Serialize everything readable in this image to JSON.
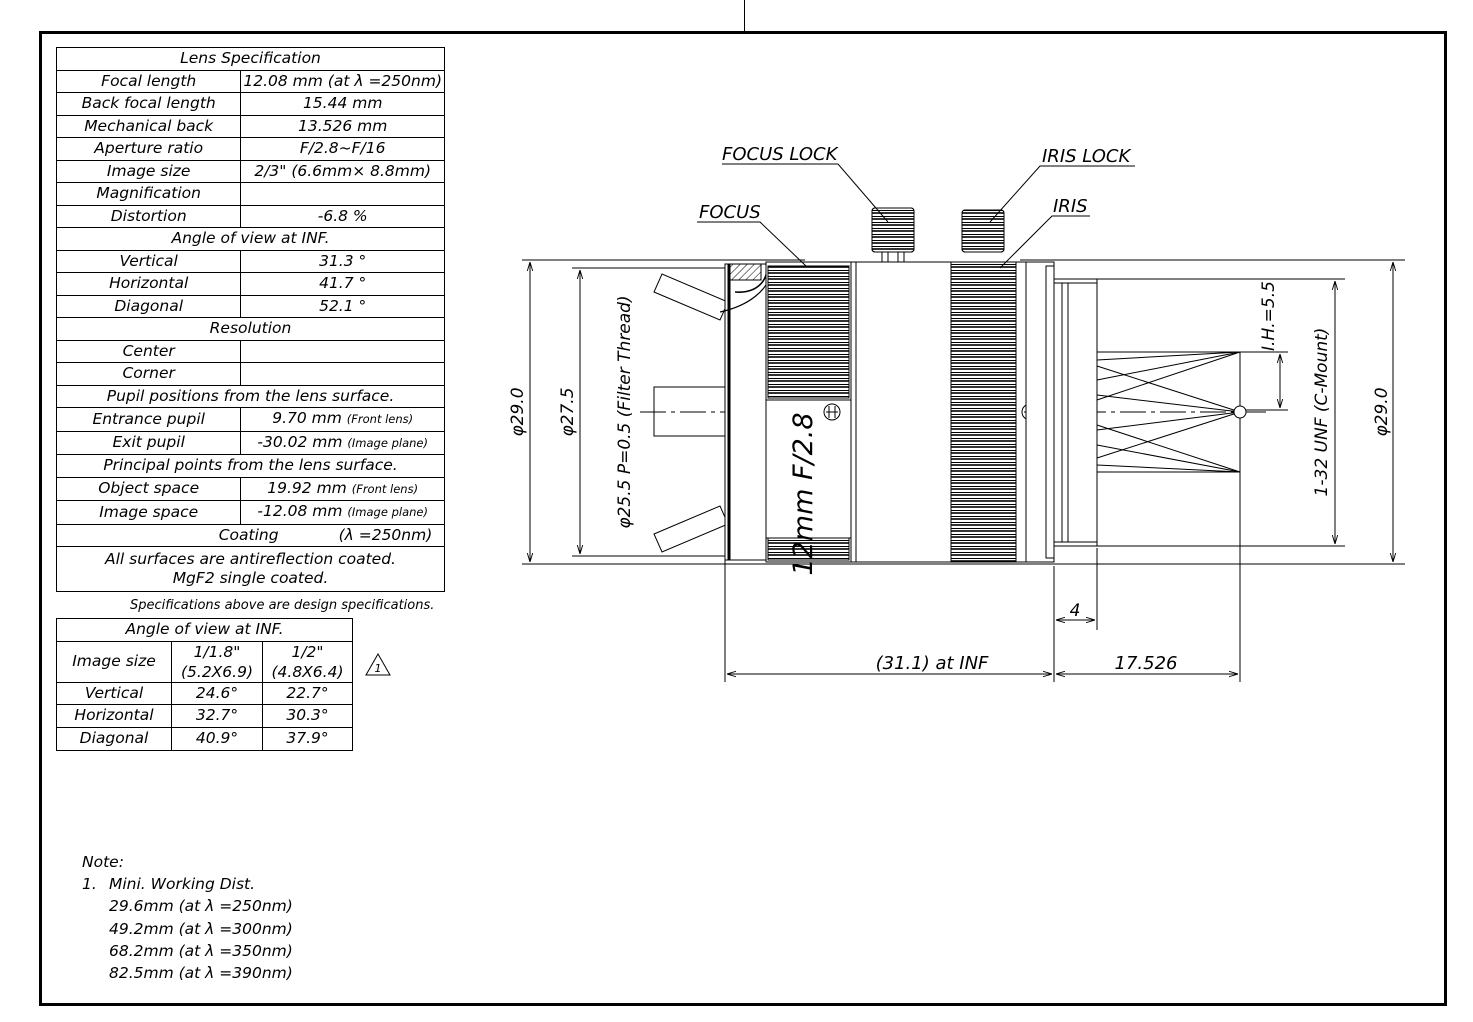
{
  "spec_table": {
    "title": "Lens Specification",
    "rows1": [
      {
        "label": "Focal length",
        "value": "12.08 mm (at λ =250nm)"
      },
      {
        "label": "Back focal length",
        "value": "15.44 mm"
      },
      {
        "label": "Mechanical back",
        "value": "13.526 mm"
      },
      {
        "label": "Aperture ratio",
        "value": "F/2.8~F/16"
      },
      {
        "label": "Image size",
        "value": "2/3\" (6.6mm× 8.8mm)"
      },
      {
        "label": "Magnification",
        "value": ""
      },
      {
        "label": "Distortion",
        "value": "-6.8 %"
      }
    ],
    "angle_header": "Angle of view at INF.",
    "angle_rows": [
      {
        "label": "Vertical",
        "value": "31.3 °"
      },
      {
        "label": "Horizontal",
        "value": "41.7 °"
      },
      {
        "label": "Diagonal",
        "value": "52.1 °"
      }
    ],
    "resolution_header": "Resolution",
    "resolution_rows": [
      {
        "label": "Center",
        "value": ""
      },
      {
        "label": "Corner",
        "value": ""
      }
    ],
    "pupil_header": "Pupil positions from the lens surface.",
    "pupil_rows": [
      {
        "label": "Entrance pupil",
        "value": "9.70 mm",
        "note": "(Front lens)"
      },
      {
        "label": "Exit pupil",
        "value": "-30.02 mm",
        "note": "(Image plane)"
      }
    ],
    "principal_header": "Principal points from the lens surface.",
    "principal_rows": [
      {
        "label": "Object space",
        "value": "19.92 mm",
        "note": "(Front lens)"
      },
      {
        "label": "Image space",
        "value": "-12.08 mm",
        "note": "(Image plane)"
      }
    ],
    "coating_label": "Coating",
    "coating_wavelength": "(λ =250nm)",
    "coating_line1": "All surfaces are antireflection coated.",
    "coating_line2": "MgF2 single coated."
  },
  "design_note": "Specifications above are design specifications.",
  "angle_table": {
    "header": "Angle of view at INF.",
    "image_size_label": "Image size",
    "col1_a": "1/1.8\"",
    "col1_b": "(5.2X6.9)",
    "col2_a": "1/2\"",
    "col2_b": "(4.8X6.4)",
    "rows": [
      {
        "label": "Vertical",
        "v1": "24.6°",
        "v2": "22.7°"
      },
      {
        "label": "Horizontal",
        "v1": "32.7°",
        "v2": "30.3°"
      },
      {
        "label": "Diagonal",
        "v1": "40.9°",
        "v2": "37.9°"
      }
    ],
    "revision_mark": "1"
  },
  "notes": {
    "title": "Note:",
    "item_number": "1.",
    "item_title": "Mini. Working Dist.",
    "lines": [
      "29.6mm (at λ =250nm)",
      "49.2mm (at λ =300nm)",
      "68.2mm (at λ =350nm)",
      "82.5mm (at λ =390nm)"
    ]
  },
  "drawing": {
    "focus_lock": "FOCUS LOCK",
    "iris_lock": "IRIS LOCK",
    "focus": "FOCUS",
    "iris": "IRIS",
    "dim_29_left": "φ29.0",
    "dim_27_5": "φ27.5",
    "dim_filter": "φ25.5 P=0.5 (Filter Thread)",
    "lens_marking": "12mm F/2.8",
    "ih": "I.H.=5.5",
    "mount": "1-32 UNF (C-Mount)",
    "dim_29_right": "φ29.0",
    "dim_4": "4",
    "dim_length": "(31.1) at INF",
    "dim_back": "17.526"
  }
}
